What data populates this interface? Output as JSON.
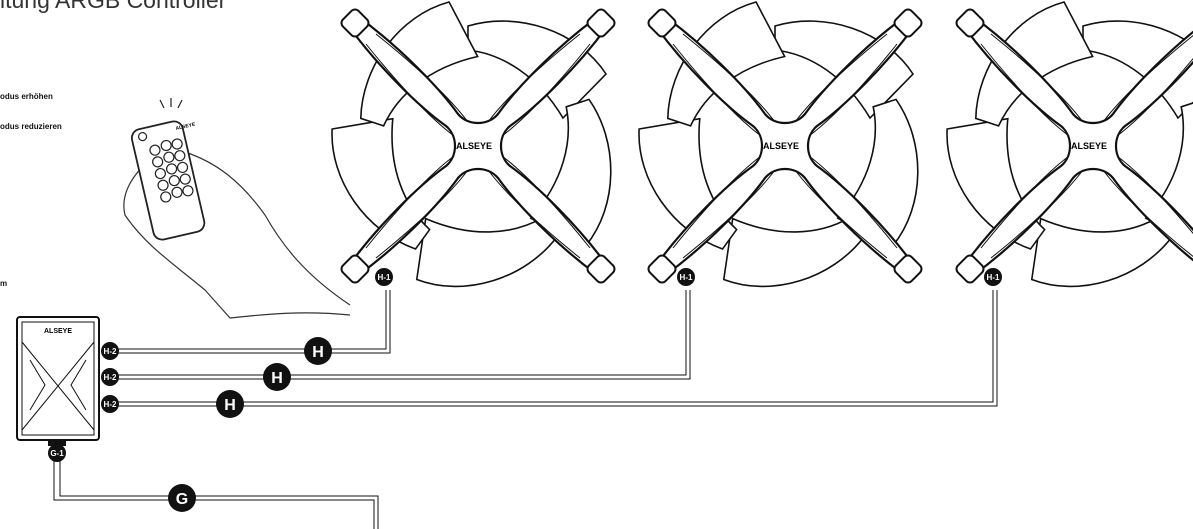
{
  "title": "itung ARGB Controller",
  "notes": [
    "odus erhöhen",
    "odus reduzieren",
    "m"
  ],
  "remote": {
    "brand": "ALSEYE"
  },
  "controller": {
    "brand": "ALSEYE",
    "output_ports": [
      "H-2",
      "H-2",
      "H-2"
    ],
    "input_port": "G-1"
  },
  "fans": [
    {
      "brand": "ALSEYE",
      "port": "H-1"
    },
    {
      "brand": "ALSEYE",
      "port": "H-1"
    },
    {
      "brand": "ALSEYE",
      "port": "H-1"
    }
  ],
  "cables": [
    {
      "label": "H"
    },
    {
      "label": "H"
    },
    {
      "label": "H"
    },
    {
      "label": "G"
    }
  ]
}
